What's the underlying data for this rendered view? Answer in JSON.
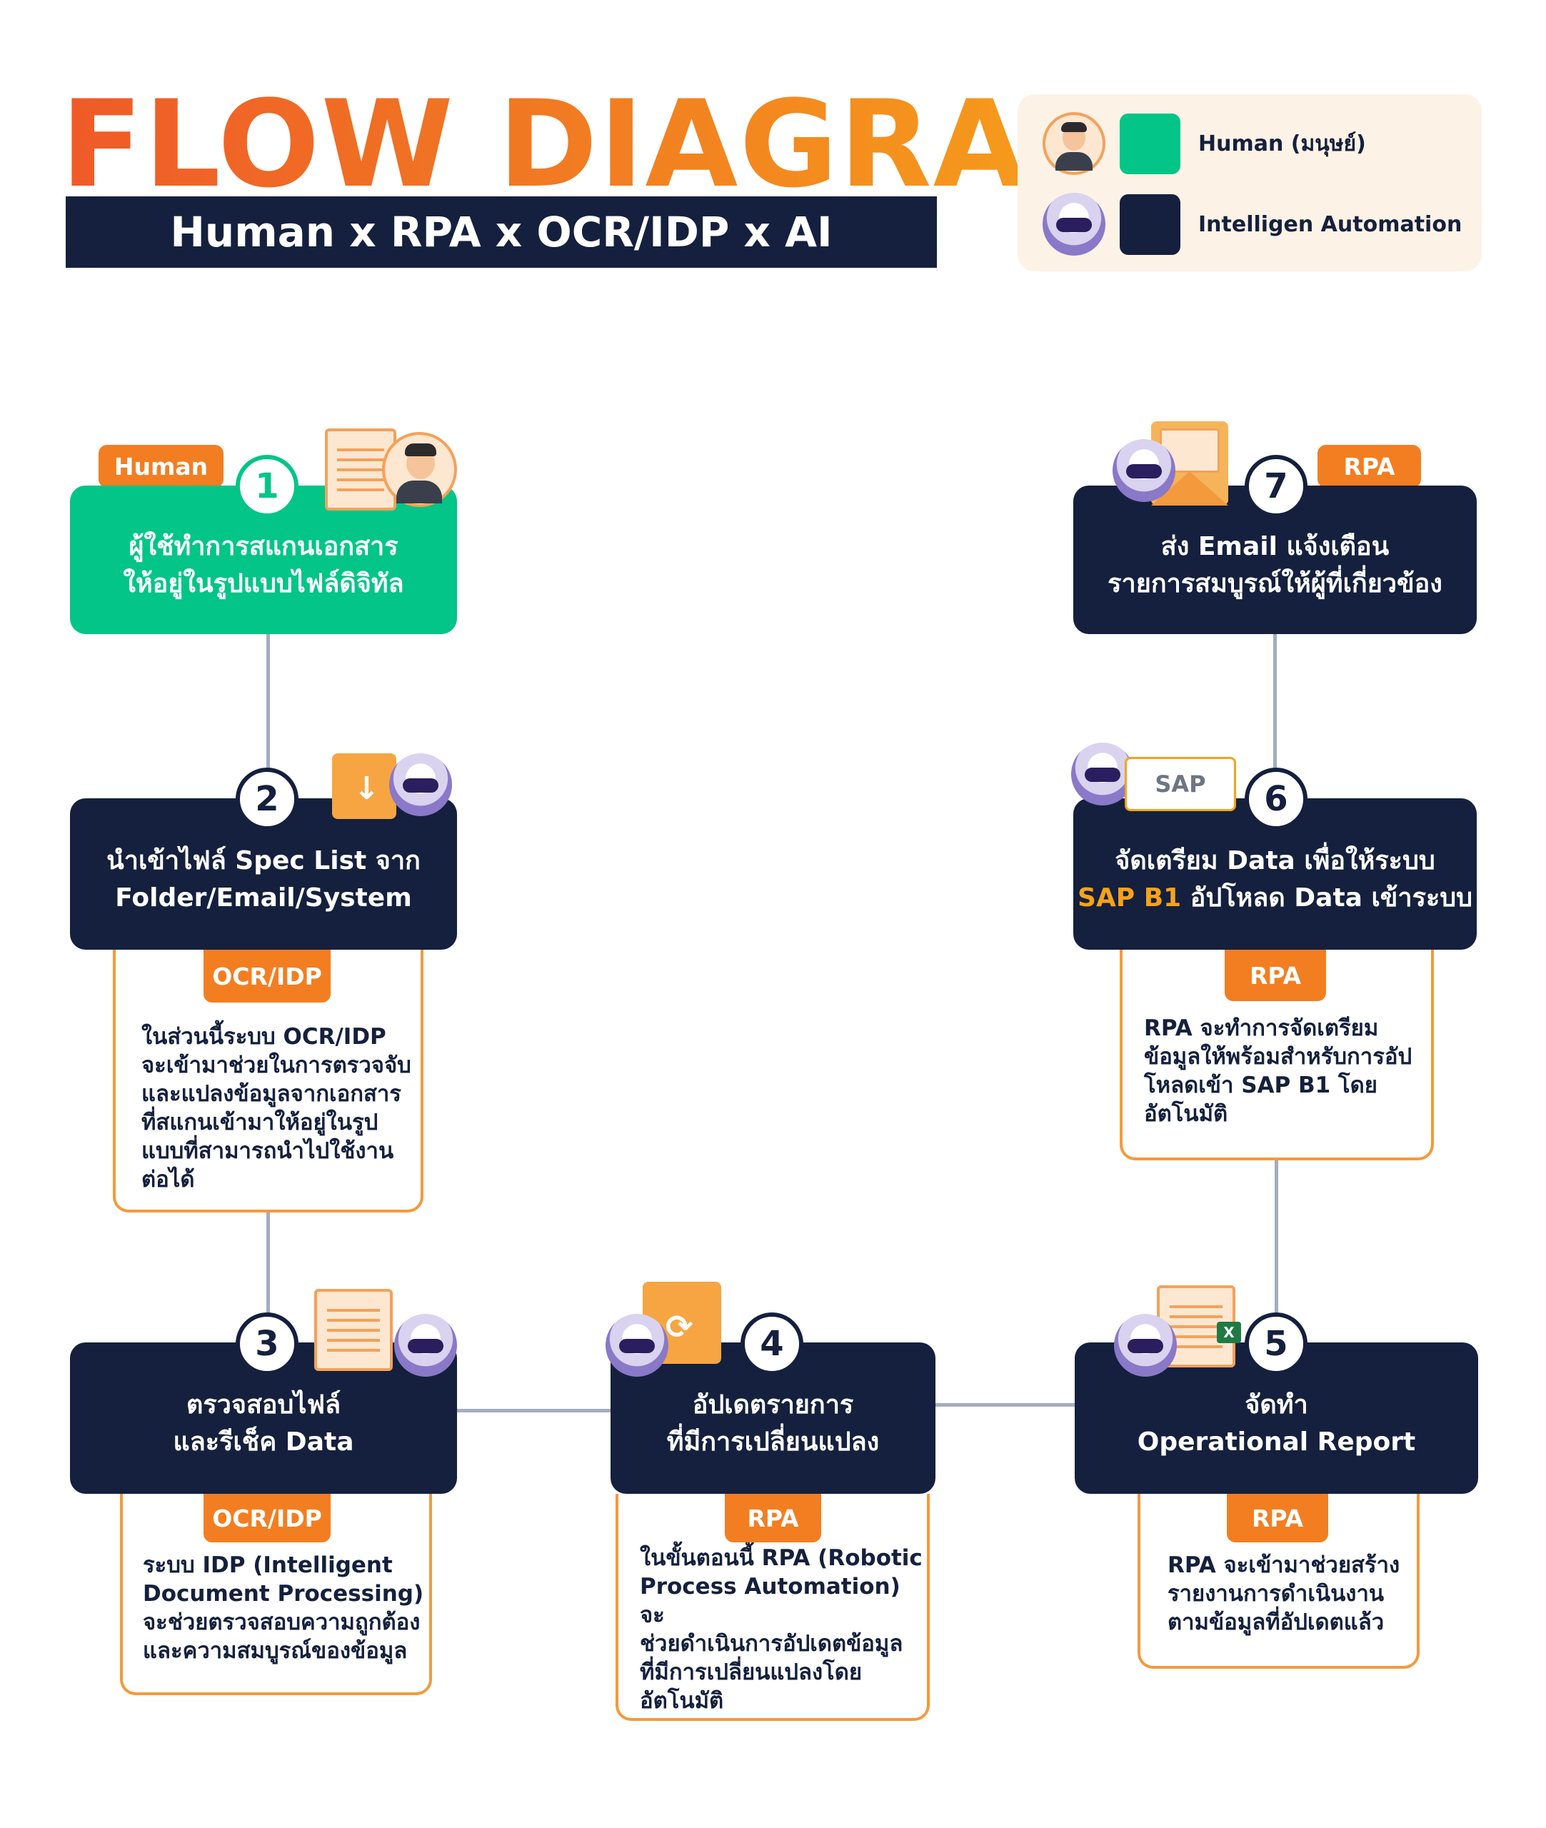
{
  "header": {
    "title": "FLOW DIAGRAM",
    "subtitle": "Human x RPA x OCR/IDP x AI"
  },
  "legend": {
    "human": {
      "label": "Human (มนุษย์)",
      "color": "#02c587"
    },
    "automation": {
      "label": "Intelligen Automation",
      "color": "#14203d"
    }
  },
  "steps": {
    "s1": {
      "num": "1",
      "tag": "Human",
      "line1": "ผู้ใช้ทำการสแกนเอกสาร",
      "line2": "ให้อยู่ในรูปแบบไฟล์ดิจิทัล"
    },
    "s2": {
      "num": "2",
      "line1": "นำเข้าไฟล์ Spec List จาก",
      "line2": "Folder/Email/System",
      "tag": "OCR/IDP",
      "desc": [
        "ในส่วนนี้ระบบ OCR/IDP",
        "จะเข้ามาช่วยในการตรวจจับ",
        "และแปลงข้อมูลจากเอกสาร",
        "ที่สแกนเข้ามาให้อยู่ในรูป",
        "แบบที่สามารถนำไปใช้งาน",
        "ต่อได้"
      ]
    },
    "s3": {
      "num": "3",
      "line1": "ตรวจสอบไฟล์",
      "line2": "และรีเช็ค Data",
      "tag": "OCR/IDP",
      "desc": [
        "ระบบ IDP (Intelligent",
        "Document Processing)",
        "จะช่วยตรวจสอบความถูกต้อง",
        "และความสมบูรณ์ของข้อมูล"
      ]
    },
    "s4": {
      "num": "4",
      "line1": "อัปเดตรายการ",
      "line2": "ที่มีการเปลี่ยนแปลง",
      "tag": "RPA",
      "desc": [
        "ในขั้นตอนนี้ RPA (Robotic",
        "Process Automation) จะ",
        "ช่วยดำเนินการอัปเดตข้อมูล",
        "ที่มีการเปลี่ยนแปลงโดย",
        "อัตโนมัติ"
      ]
    },
    "s5": {
      "num": "5",
      "line1": "จัดทำ",
      "line2": "Operational Report",
      "tag": "RPA",
      "desc": [
        "RPA จะเข้ามาช่วยสร้าง",
        "รายงานการดำเนินงาน",
        "ตามข้อมูลที่อัปเดตแล้ว"
      ]
    },
    "s6": {
      "num": "6",
      "line1": "จัดเตรียม Data เพื่อให้ระบบ",
      "line2a": "SAP B1",
      "line2b": " อัปโหลด Data เข้าระบบ",
      "tag": "RPA",
      "desc": [
        "RPA จะทำการจัดเตรียม",
        "ข้อมูลให้พร้อมสำหรับการอัป",
        "โหลดเข้า SAP B1 โดย",
        "อัตโนมัติ"
      ],
      "logo": "SAP"
    },
    "s7": {
      "num": "7",
      "tag": "RPA",
      "line1": "ส่ง Email แจ้งเตือน",
      "line2": "รายการสมบูรณ์ให้ผู้ที่เกี่ยวข้อง"
    }
  }
}
